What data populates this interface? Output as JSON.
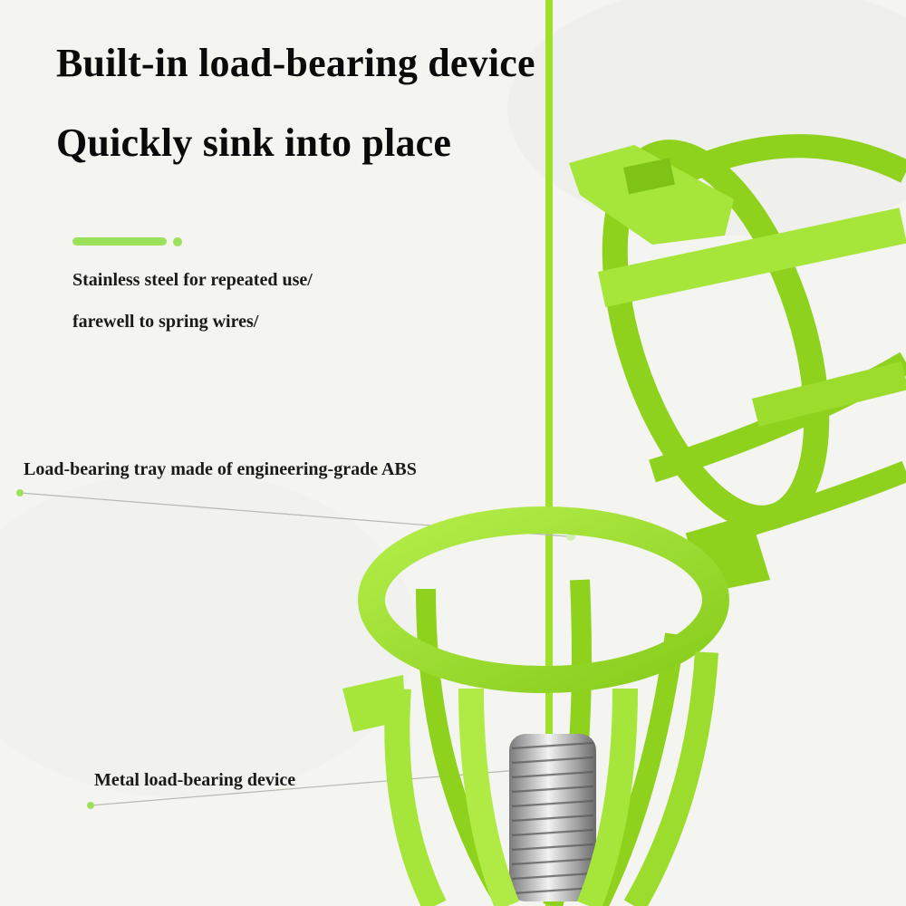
{
  "headline": {
    "line1": "Built-in load-bearing device",
    "line2": "Quickly sink into place"
  },
  "features": [
    "Stainless steel for repeated use/",
    "farewell to spring wires/"
  ],
  "callouts": {
    "tray": "Load-bearing tray made of engineering-grade ABS",
    "metal": "Metal load-bearing device"
  },
  "colors": {
    "accent": "#9be25a",
    "product_green": "#a6e63a",
    "text": "#0a0a0a"
  }
}
